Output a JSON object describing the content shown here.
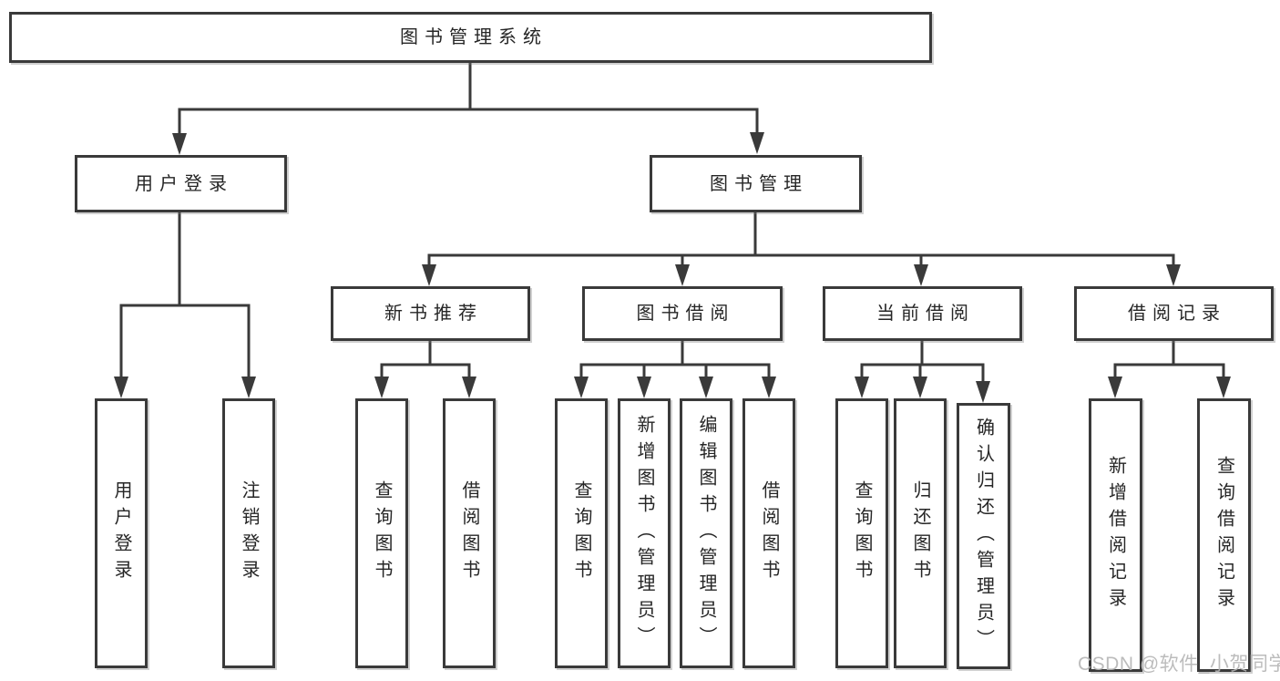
{
  "watermark": "CSDN @软件_小贺同学",
  "colors": {
    "line": "#3a3a3a",
    "text": "#262626",
    "watermark": "#b5b5b5",
    "background": "#ffffff",
    "box_fill": "#ffffff"
  },
  "tree": {
    "root": "图书管理系统",
    "branches": [
      {
        "label": "用户登录",
        "leaves": [
          "用户登录",
          "注销登录"
        ]
      },
      {
        "label": "图书管理",
        "groups": [
          {
            "label": "新书推荐",
            "leaves": [
              "查询图书",
              "借阅图书"
            ]
          },
          {
            "label": "图书借阅",
            "leaves": [
              "查询图书",
              "新增图书（管理员）",
              "编辑图书（管理员）",
              "借阅图书"
            ]
          },
          {
            "label": "当前借阅",
            "leaves": [
              "查询图书",
              "归还图书",
              "确认归还（管理员）"
            ]
          },
          {
            "label": "借阅记录",
            "leaves": [
              "新增借阅记录",
              "查询借阅记录"
            ]
          }
        ]
      }
    ]
  }
}
